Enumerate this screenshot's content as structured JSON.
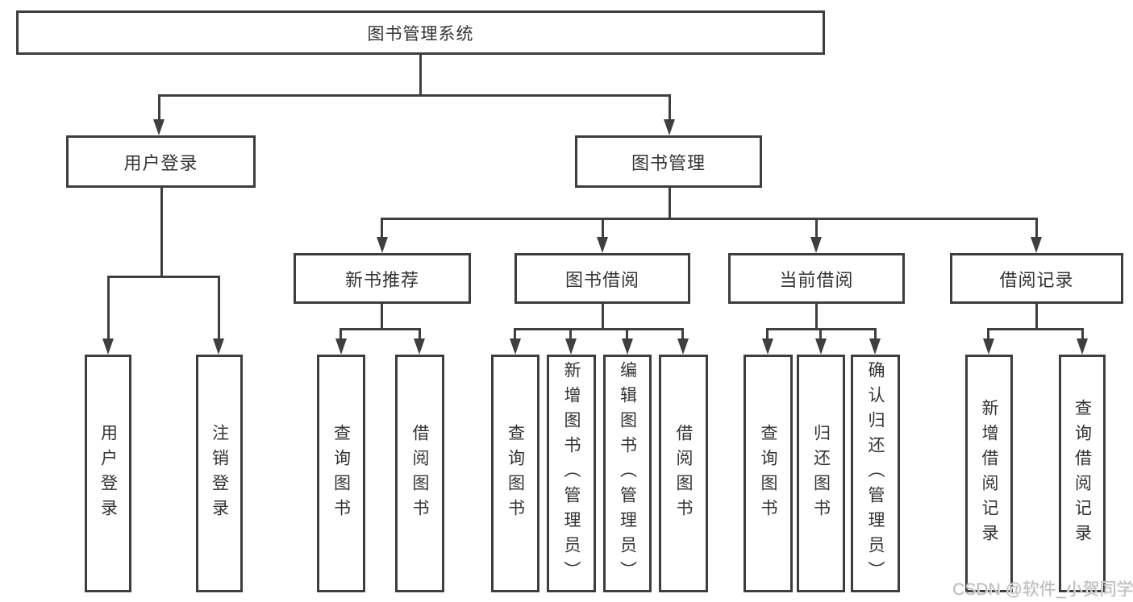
{
  "diagram": {
    "type": "hierarchy-tree",
    "root": {
      "label": "图书管理系统"
    },
    "level2": [
      {
        "label": "用户登录"
      },
      {
        "label": "图书管理"
      }
    ],
    "level3": [
      {
        "label": "新书推荐",
        "parent": "图书管理"
      },
      {
        "label": "图书借阅",
        "parent": "图书管理"
      },
      {
        "label": "当前借阅",
        "parent": "图书管理"
      },
      {
        "label": "借阅记录",
        "parent": "图书管理"
      }
    ],
    "leaves": [
      {
        "label": "用户登录",
        "parent": "用户登录"
      },
      {
        "label": "注销登录",
        "parent": "用户登录"
      },
      {
        "label": "查询图书",
        "parent": "新书推荐"
      },
      {
        "label": "借阅图书",
        "parent": "新书推荐"
      },
      {
        "label": "查询图书",
        "parent": "图书借阅"
      },
      {
        "label": "新增图书（管理员）",
        "parent": "图书借阅"
      },
      {
        "label": "编辑图书（管理员）",
        "parent": "图书借阅"
      },
      {
        "label": "借阅图书",
        "parent": "图书借阅"
      },
      {
        "label": "查询图书",
        "parent": "当前借阅"
      },
      {
        "label": "归还图书",
        "parent": "当前借阅"
      },
      {
        "label": "确认归还（管理员）",
        "parent": "当前借阅"
      },
      {
        "label": "新增借阅记录",
        "parent": "借阅记录"
      },
      {
        "label": "查询借阅记录",
        "parent": "借阅记录"
      }
    ],
    "watermark": {
      "text": "CSDN @软件_小贺同学",
      "color": "#bdbdbd"
    },
    "colors": {
      "line": "#3f3f3f",
      "border": "#3d3d3d",
      "text": "#333333",
      "background": "#ffffff"
    }
  }
}
